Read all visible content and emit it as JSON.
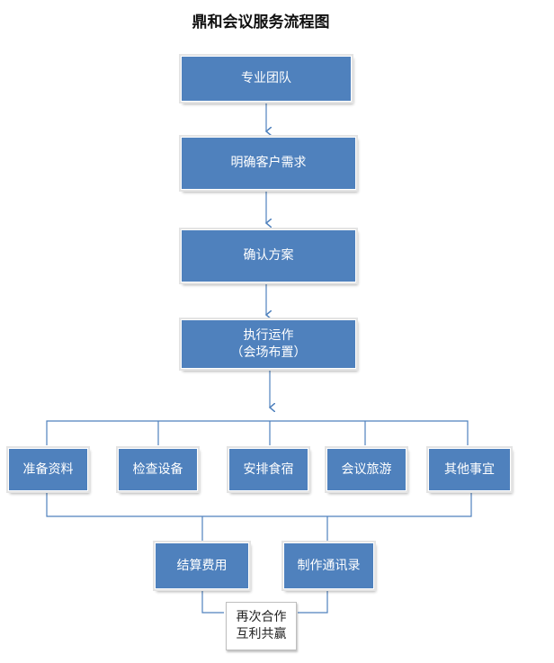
{
  "title": "鼎和会议服务流程图",
  "nodes": {
    "team": "专业团队",
    "needs": "明确客户需求",
    "plan": "确认方案",
    "execute": "执行运作\n（会场布置）",
    "materials": "准备资料",
    "equipment": "检查设备",
    "lodging": "安排食宿",
    "tour": "会议旅游",
    "other": "其他事宜",
    "settle": "结算费用",
    "contacts": "制作通讯录",
    "again": "再次合作\n互利共赢"
  },
  "colors": {
    "box": "#4f81bd",
    "line": "#4f81bd",
    "text": "#ffffff"
  }
}
